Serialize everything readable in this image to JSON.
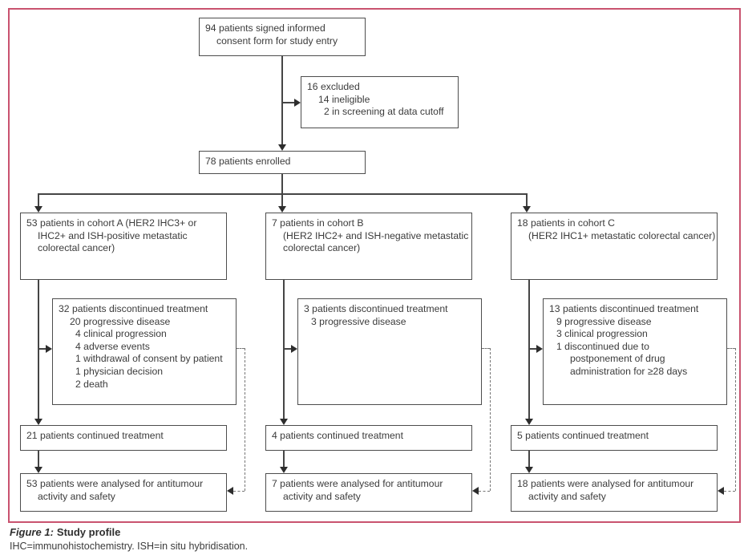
{
  "boxes": {
    "consent": [
      "94 patients signed informed",
      "consent form for study entry"
    ],
    "excluded": [
      "16 excluded",
      "14 ineligible",
      "2 in screening at data cutoff"
    ],
    "enrolled": [
      "78 patients enrolled"
    ],
    "cohort_a": [
      "53 patients in cohort A (HER2 IHC3+ or",
      "IHC2+ and ISH-positive metastatic",
      "colorectal cancer)"
    ],
    "cohort_b": [
      "7 patients in cohort B",
      "(HER2 IHC2+ and ISH-negative metastatic",
      "colorectal cancer)"
    ],
    "cohort_c": [
      "18 patients in cohort C",
      "(HER2 IHC1+ metastatic colorectal cancer)"
    ],
    "discontinued_a": [
      "32 patients discontinued treatment",
      "20 progressive disease",
      "4 clinical progression",
      "4 adverse events",
      "1 withdrawal of consent by patient",
      "1 physician decision",
      "2 death"
    ],
    "discontinued_b": [
      "3 patients discontinued treatment",
      "3 progressive disease"
    ],
    "discontinued_c": [
      "13 patients discontinued treatment",
      "9 progressive disease",
      "3 clinical progression",
      "1 discontinued due to",
      "postponement of drug",
      "administration for ≥28 days"
    ],
    "continued_a": [
      "21 patients continued treatment"
    ],
    "continued_b": [
      "4 patients continued treatment"
    ],
    "continued_c": [
      "5 patients continued treatment"
    ],
    "analysed_a": [
      "53 patients were analysed for antitumour",
      "activity and safety"
    ],
    "analysed_b": [
      "7 patients were analysed for antitumour",
      "activity and safety"
    ],
    "analysed_c": [
      "18 patients were analysed for antitumour",
      "activity and safety"
    ]
  },
  "caption": {
    "label": "Figure 1:",
    "title": "Study profile",
    "note": "IHC=immunohistochemistry. ISH=in situ hybridisation."
  },
  "colors": {
    "frame": "#c9536f",
    "box_border": "#4d4d4d",
    "text": "#3b3b3b",
    "connector": "#454545",
    "dashed_connector": "#767676"
  }
}
